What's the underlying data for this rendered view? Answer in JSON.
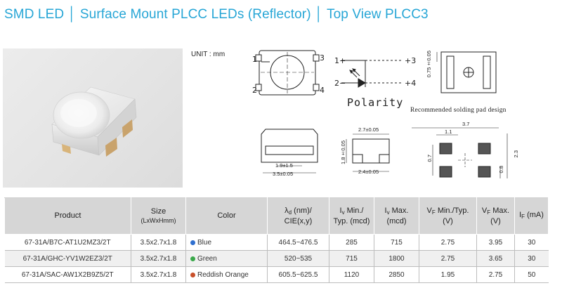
{
  "header": {
    "title": "SMD LED │ Surface Mount PLCC LEDs (Reflector) │ Top View PLCC3"
  },
  "drawings": {
    "unit_label": "UNIT : mm",
    "polarity_label": "Polarity",
    "pad_label": "Recommended solding pad design",
    "pins": {
      "p1": "1",
      "p2": "2",
      "p3": "3",
      "p4": "4",
      "sym1": "1+",
      "sym2": "2−",
      "sym3": "+3",
      "sym4": "+4"
    },
    "dims": {
      "d075": "0.75±0.05",
      "d19": "1.9±1.5",
      "d35": "3.5±0.05",
      "d27": "2.7±0.05",
      "d24": "2.4±0.05",
      "d18": "1.8±0.05",
      "p37": "3.7",
      "p11": "1.1",
      "p07": "0.7",
      "p08": "0.8",
      "p23": "2.3"
    }
  },
  "table": {
    "headers": {
      "product": "Product",
      "size": "Size",
      "size_sub": "(LxWxHmm)",
      "color": "Color",
      "lambda_pre": "λ",
      "lambda_sub": "d",
      "lambda_suffix": " (nm)/",
      "lambda_line2": "CIE(x,y)",
      "ivmin_pre": "I",
      "ivmin_sub": "v",
      "ivmin_suffix": " Min./",
      "ivmin_line2": "Typ. (mcd)",
      "ivmax_pre": "I",
      "ivmax_sub": "v",
      "ivmax_suffix": " Max.",
      "ivmax_line2": "(mcd)",
      "vfmin_pre": "V",
      "vfmin_sub": "F",
      "vfmin_suffix": " Min./Typ.",
      "vfmin_line2": "(V)",
      "vfmax_pre": "V",
      "vfmax_sub": "F",
      "vfmax_suffix": " Max.",
      "vfmax_line2": "(V)",
      "if_pre": "I",
      "if_sub": "F",
      "if_suffix": " (mA)"
    },
    "rows": [
      {
        "product": "67-31A/B7C-AT1U2MZ3/2T",
        "size": "3.5x2.7x1.8",
        "color": "Blue",
        "dot_color": "#2f6fcf",
        "lambda": "464.5~476.5",
        "iv_min": "285",
        "iv_max": "715",
        "vf_min": "2.75",
        "vf_max": "3.95",
        "if": "30"
      },
      {
        "product": "67-31A/GHC-YV1W2EZ3/2T",
        "size": "3.5x2.7x1.8",
        "color": "Green",
        "dot_color": "#3aa84a",
        "lambda": "520~535",
        "iv_min": "715",
        "iv_max": "1800",
        "vf_min": "2.75",
        "vf_max": "3.65",
        "if": "30"
      },
      {
        "product": "67-31A/SAC-AW1X2B9Z5/2T",
        "size": "3.5x2.7x1.8",
        "color": "Reddish Orange",
        "dot_color": "#c8502a",
        "lambda": "605.5~625.5",
        "iv_min": "1120",
        "iv_max": "2850",
        "vf_min": "1.95",
        "vf_max": "2.75",
        "if": "50"
      }
    ]
  }
}
